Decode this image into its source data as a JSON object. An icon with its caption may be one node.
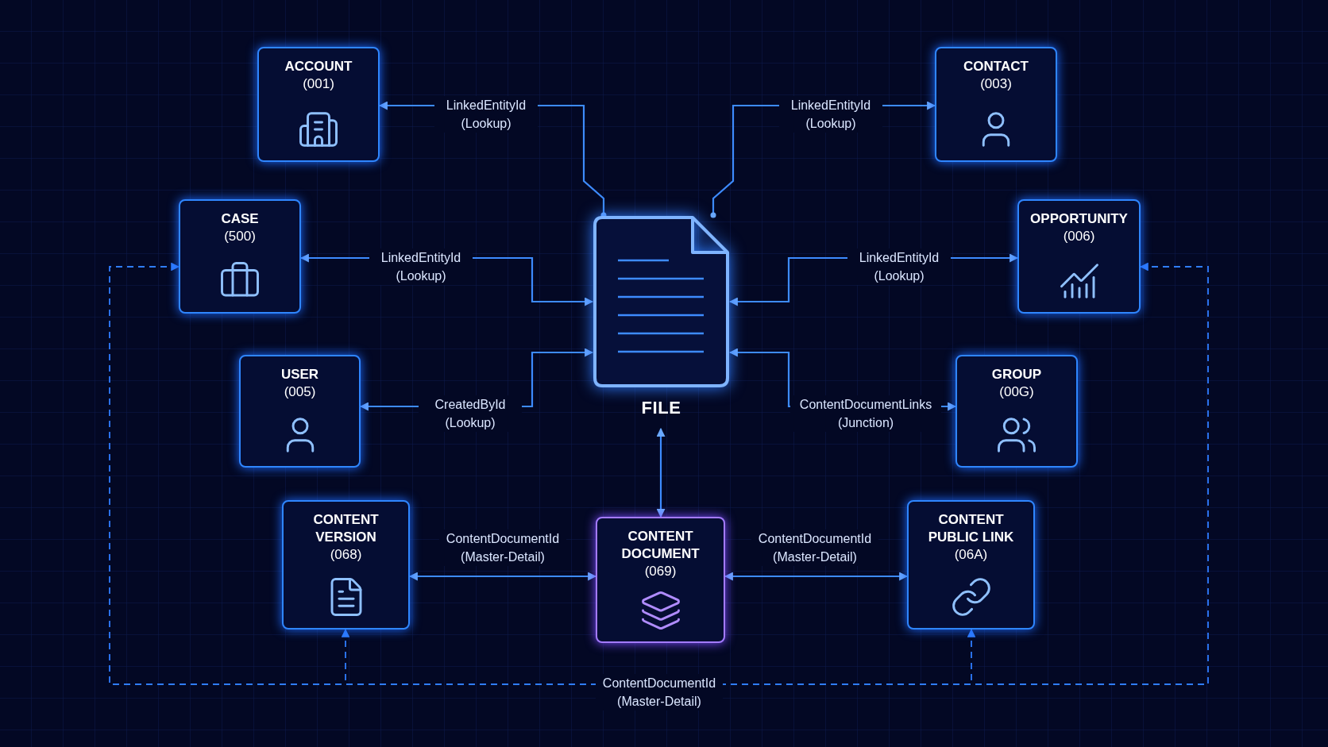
{
  "diagram": {
    "nodes": [
      {
        "text": [
          "ACCOUNT",
          "(001)"
        ]
      },
      {
        "text": [
          "CONTACT",
          "(003)"
        ]
      },
      {
        "text": [
          "CASE",
          "(500)"
        ]
      },
      {
        "text": [
          "OPPORTUNITY",
          "(006)"
        ]
      },
      {
        "text": [
          "FILE"
        ]
      },
      {
        "text": [
          "USER",
          "(005)"
        ]
      },
      {
        "text": [
          "GROUP",
          "(00G)"
        ]
      },
      {
        "text": [
          "CONTENT VERSION",
          "(068)"
        ]
      },
      {
        "text": [
          "CONTENT DOCUMENT",
          "(069)"
        ]
      },
      {
        "text": [
          "CONTENT PUBLIC LINK",
          "(06A)"
        ]
      }
    ],
    "edges": [
      {
        "from": 4,
        "to": 0,
        "arrow": "to",
        "label": "LinkedEntityId (Lookup)"
      },
      {
        "from": 4,
        "to": 1,
        "arrow": "to",
        "label": "LinkedEntityId (Lookup)"
      },
      {
        "from": 2,
        "to": 4,
        "arrow": "both",
        "label": "LinkedEntityId (Lookup)"
      },
      {
        "from": 3,
        "to": 4,
        "arrow": "both",
        "label": "LinkedEntityId (Lookup)"
      },
      {
        "from": 5,
        "to": 4,
        "arrow": "both",
        "label": "CreatedById (Lookup)"
      },
      {
        "from": 6,
        "to": 4,
        "arrow": "both",
        "label": "ContentDocumentLinks (Junction)"
      },
      {
        "from": 8,
        "to": 4,
        "arrow": "both"
      },
      {
        "from": 7,
        "to": 8,
        "arrow": "both",
        "label": "ContentDocumentId (Master-Detail)"
      },
      {
        "from": 8,
        "to": 9,
        "arrow": "both",
        "label": "ContentDocumentId (Master-Detail)"
      },
      {
        "from": null,
        "to": 2,
        "arrow": "to",
        "style": "dashed",
        "label": "ContentDocumentId (Master-Detail)"
      },
      {
        "from": null,
        "to": 7,
        "arrow": "to",
        "style": "dashed"
      },
      {
        "from": null,
        "to": 9,
        "arrow": "to",
        "style": "dashed"
      },
      {
        "from": null,
        "to": 3,
        "arrow": "to",
        "style": "dashed"
      }
    ]
  }
}
